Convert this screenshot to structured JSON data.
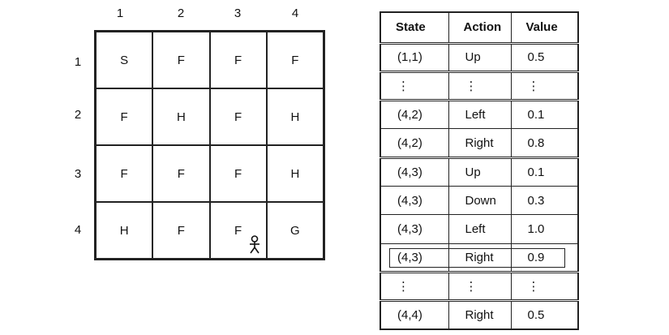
{
  "grid": {
    "col_labels": [
      "1",
      "2",
      "3",
      "4"
    ],
    "row_labels": [
      "1",
      "2",
      "3",
      "4"
    ],
    "cells": [
      [
        "S",
        "F",
        "F",
        "F"
      ],
      [
        "F",
        "H",
        "F",
        "H"
      ],
      [
        "F",
        "F",
        "F",
        "H"
      ],
      [
        "H",
        "F",
        "F",
        "G"
      ]
    ],
    "agent_icon": "stick-figure-icon"
  },
  "table": {
    "headers": [
      "State",
      "Action",
      "Value"
    ],
    "rows": [
      [
        "(1,1)",
        "Up",
        "0.5"
      ],
      [
        "⋮",
        "⋮",
        "⋮"
      ],
      [
        "(4,2)",
        "Left",
        "0.1"
      ],
      [
        "(4,2)",
        "Right",
        "0.8"
      ],
      [
        "(4,3)",
        "Up",
        "0.1"
      ],
      [
        "(4,3)",
        "Down",
        "0.3"
      ],
      [
        "(4,3)",
        "Left",
        "1.0"
      ],
      [
        "(4,3)",
        "Right",
        "0.9"
      ],
      [
        "⋮",
        "⋮",
        "⋮"
      ],
      [
        "(4,4)",
        "Right",
        "0.5"
      ]
    ]
  }
}
